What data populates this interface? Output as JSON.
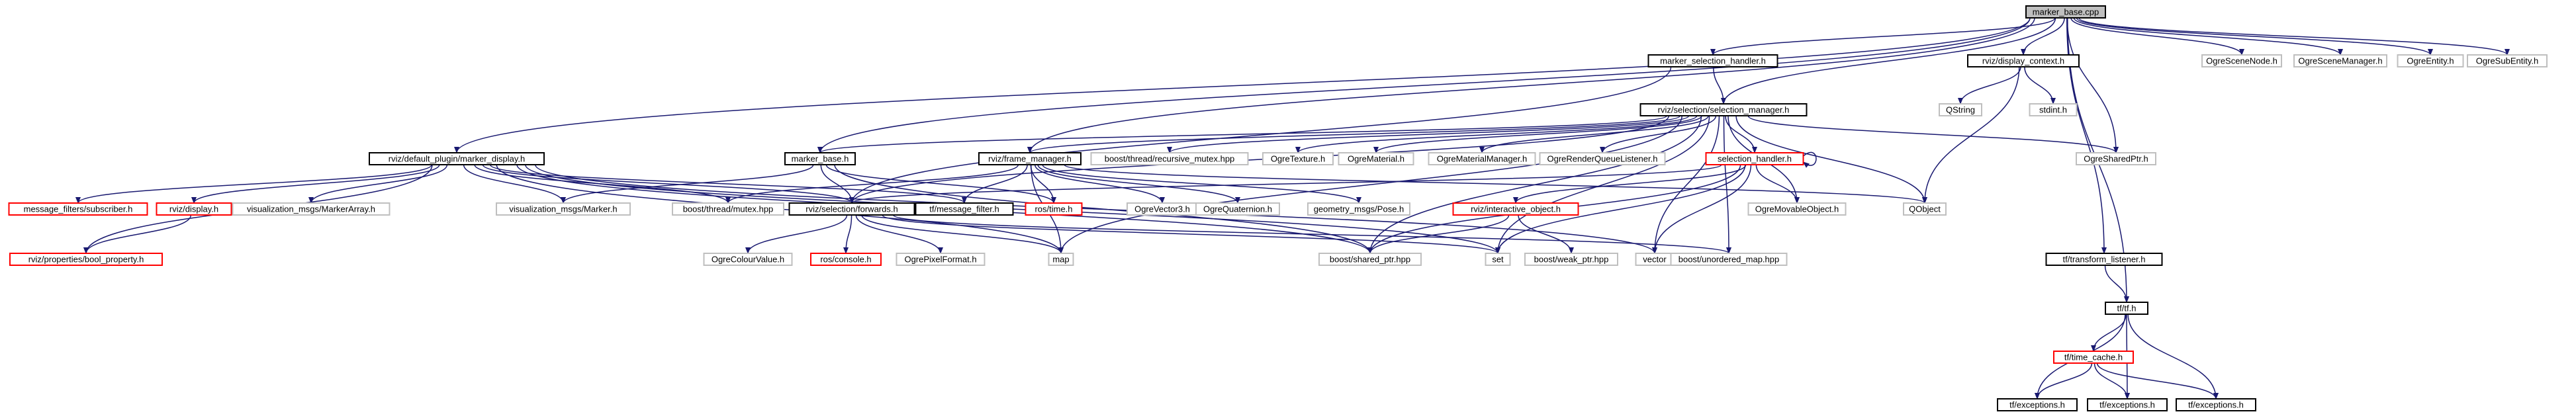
{
  "colors": {
    "root_fill": "#bfbfbf",
    "documented_border": "#000000",
    "undocumented_border": "#bfbfbf",
    "missing_border": "#ff0000",
    "edge": "#191970",
    "text": "#000000"
  },
  "nodes": {
    "marker_base_cpp": {
      "label": "marker_base.cpp",
      "kind": "root"
    },
    "marker_selection_handler_h": {
      "label": "marker_selection_handler.h",
      "kind": "documented"
    },
    "display_context_h": {
      "label": "rviz/display_context.h",
      "kind": "documented"
    },
    "ogre_scene_node_h": {
      "label": "OgreSceneNode.h",
      "kind": "undocumented"
    },
    "ogre_scene_manager_h": {
      "label": "OgreSceneManager.h",
      "kind": "undocumented"
    },
    "ogre_entity_h": {
      "label": "OgreEntity.h",
      "kind": "undocumented"
    },
    "ogre_sub_entity_h": {
      "label": "OgreSubEntity.h",
      "kind": "undocumented"
    },
    "selection_manager_h": {
      "label": "rviz/selection/selection_manager.h",
      "kind": "documented"
    },
    "qstring": {
      "label": "QString",
      "kind": "undocumented"
    },
    "stdint_h": {
      "label": "stdint.h",
      "kind": "undocumented"
    },
    "marker_display_h": {
      "label": "rviz/default_plugin/marker_display.h",
      "kind": "documented"
    },
    "marker_base_h": {
      "label": "marker_base.h",
      "kind": "documented"
    },
    "frame_manager_h": {
      "label": "rviz/frame_manager.h",
      "kind": "documented"
    },
    "recursive_mutex_hpp": {
      "label": "boost/thread/recursive_mutex.hpp",
      "kind": "undocumented"
    },
    "ogre_texture_h": {
      "label": "OgreTexture.h",
      "kind": "undocumented"
    },
    "ogre_material_h": {
      "label": "OgreMaterial.h",
      "kind": "undocumented"
    },
    "ogre_material_manager_h": {
      "label": "OgreMaterialManager.h",
      "kind": "undocumented"
    },
    "ogre_render_queue_listener_h": {
      "label": "OgreRenderQueueListener.h",
      "kind": "undocumented"
    },
    "selection_handler_h": {
      "label": "selection_handler.h",
      "kind": "missing"
    },
    "ogre_shared_ptr_h": {
      "label": "OgreSharedPtr.h",
      "kind": "undocumented"
    },
    "message_filters_subscriber_h": {
      "label": "message_filters/subscriber.h",
      "kind": "missing"
    },
    "display_h": {
      "label": "rviz/display.h",
      "kind": "missing"
    },
    "visualization_msgs_marker_array_h": {
      "label": "visualization_msgs/MarkerArray.h",
      "kind": "undocumented"
    },
    "visualization_msgs_marker_h": {
      "label": "visualization_msgs/Marker.h",
      "kind": "undocumented"
    },
    "mutex_hpp": {
      "label": "boost/thread/mutex.hpp",
      "kind": "undocumented"
    },
    "selection_forwards_h": {
      "label": "rviz/selection/forwards.h",
      "kind": "documented"
    },
    "tf_message_filter_h": {
      "label": "tf/message_filter.h",
      "kind": "documented"
    },
    "ros_time_h": {
      "label": "ros/time.h",
      "kind": "missing"
    },
    "ogre_vector3_h": {
      "label": "OgreVector3.h",
      "kind": "undocumented"
    },
    "ogre_quaternion_h": {
      "label": "OgreQuaternion.h",
      "kind": "undocumented"
    },
    "geometry_msgs_pose_h": {
      "label": "geometry_msgs/Pose.h",
      "kind": "undocumented"
    },
    "interactive_object_h": {
      "label": "rviz/interactive_object.h",
      "kind": "missing"
    },
    "ogre_movable_object_h": {
      "label": "OgreMovableObject.h",
      "kind": "undocumented"
    },
    "qobject": {
      "label": "QObject",
      "kind": "undocumented"
    },
    "bool_property_h": {
      "label": "rviz/properties/bool_property.h",
      "kind": "missing"
    },
    "ogre_colour_value_h": {
      "label": "OgreColourValue.h",
      "kind": "undocumented"
    },
    "ros_console_h": {
      "label": "ros/console.h",
      "kind": "missing"
    },
    "ogre_pixel_format_h": {
      "label": "OgrePixelFormat.h",
      "kind": "undocumented"
    },
    "map": {
      "label": "map",
      "kind": "undocumented"
    },
    "shared_ptr_hpp": {
      "label": "boost/shared_ptr.hpp",
      "kind": "undocumented"
    },
    "set": {
      "label": "set",
      "kind": "undocumented"
    },
    "weak_ptr_hpp": {
      "label": "boost/weak_ptr.hpp",
      "kind": "undocumented"
    },
    "vector": {
      "label": "vector",
      "kind": "undocumented"
    },
    "unordered_map_hpp": {
      "label": "boost/unordered_map.hpp",
      "kind": "undocumented"
    },
    "transform_listener_h": {
      "label": "tf/transform_listener.h",
      "kind": "documented"
    },
    "tf_h": {
      "label": "tf/tf.h",
      "kind": "documented"
    },
    "time_cache_h": {
      "label": "tf/time_cache.h",
      "kind": "missing"
    },
    "tf_exceptions_h_1": {
      "label": "tf/exceptions.h",
      "kind": "documented"
    },
    "tf_exceptions_h_2": {
      "label": "tf/exceptions.h",
      "kind": "documented"
    },
    "tf2_exceptions_h": {
      "label": "tf/exceptions.h",
      "kind": "documented"
    }
  },
  "edges": [
    [
      "marker_base_cpp",
      "marker_selection_handler_h"
    ],
    [
      "marker_base_cpp",
      "display_context_h"
    ],
    [
      "marker_base_cpp",
      "ogre_scene_node_h"
    ],
    [
      "marker_base_cpp",
      "ogre_scene_manager_h"
    ],
    [
      "marker_base_cpp",
      "ogre_entity_h"
    ],
    [
      "marker_base_cpp",
      "ogre_sub_entity_h"
    ],
    [
      "marker_base_cpp",
      "selection_manager_h"
    ],
    [
      "marker_base_cpp",
      "marker_display_h"
    ],
    [
      "marker_base_cpp",
      "marker_base_h"
    ],
    [
      "marker_base_cpp",
      "frame_manager_h"
    ],
    [
      "marker_base_cpp",
      "ogre_shared_ptr_h"
    ],
    [
      "marker_base_cpp",
      "transform_listener_h"
    ],
    [
      "marker_base_cpp",
      "tf_h"
    ],
    [
      "marker_selection_handler_h",
      "selection_manager_h"
    ],
    [
      "marker_selection_handler_h",
      "selection_forwards_h"
    ],
    [
      "display_context_h",
      "qstring"
    ],
    [
      "display_context_h",
      "stdint_h"
    ],
    [
      "display_context_h",
      "qobject"
    ],
    [
      "selection_manager_h",
      "marker_base_h"
    ],
    [
      "selection_manager_h",
      "frame_manager_h"
    ],
    [
      "selection_manager_h",
      "recursive_mutex_hpp"
    ],
    [
      "selection_manager_h",
      "ogre_texture_h"
    ],
    [
      "selection_manager_h",
      "ogre_material_h"
    ],
    [
      "selection_manager_h",
      "ogre_material_manager_h"
    ],
    [
      "selection_manager_h",
      "ogre_render_queue_listener_h"
    ],
    [
      "selection_manager_h",
      "selection_handler_h"
    ],
    [
      "selection_manager_h",
      "ogre_shared_ptr_h"
    ],
    [
      "selection_manager_h",
      "selection_forwards_h"
    ],
    [
      "selection_manager_h",
      "ogre_movable_object_h"
    ],
    [
      "selection_manager_h",
      "qobject"
    ],
    [
      "selection_manager_h",
      "map"
    ],
    [
      "selection_manager_h",
      "shared_ptr_hpp"
    ],
    [
      "selection_manager_h",
      "set"
    ],
    [
      "selection_manager_h",
      "vector"
    ],
    [
      "selection_manager_h",
      "unordered_map_hpp"
    ],
    [
      "marker_display_h",
      "message_filters_subscriber_h"
    ],
    [
      "marker_display_h",
      "display_h"
    ],
    [
      "marker_display_h",
      "visualization_msgs_marker_array_h"
    ],
    [
      "marker_display_h",
      "visualization_msgs_marker_h"
    ],
    [
      "marker_display_h",
      "mutex_hpp"
    ],
    [
      "marker_display_h",
      "selection_forwards_h"
    ],
    [
      "marker_display_h",
      "tf_message_filter_h"
    ],
    [
      "marker_display_h",
      "bool_property_h"
    ],
    [
      "marker_display_h",
      "map"
    ],
    [
      "marker_display_h",
      "shared_ptr_hpp"
    ],
    [
      "marker_display_h",
      "set"
    ],
    [
      "marker_display_h",
      "vector"
    ],
    [
      "display_h",
      "bool_property_h"
    ],
    [
      "marker_base_h",
      "visualization_msgs_marker_h"
    ],
    [
      "marker_base_h",
      "selection_forwards_h"
    ],
    [
      "marker_base_h",
      "ros_time_h"
    ],
    [
      "marker_base_h",
      "shared_ptr_hpp"
    ],
    [
      "frame_manager_h",
      "mutex_hpp"
    ],
    [
      "frame_manager_h",
      "tf_message_filter_h"
    ],
    [
      "frame_manager_h",
      "ros_time_h"
    ],
    [
      "frame_manager_h",
      "ogre_vector3_h"
    ],
    [
      "frame_manager_h",
      "ogre_quaternion_h"
    ],
    [
      "frame_manager_h",
      "geometry_msgs_pose_h"
    ],
    [
      "frame_manager_h",
      "qobject"
    ],
    [
      "frame_manager_h",
      "map"
    ],
    [
      "selection_handler_h",
      "selection_handler_h"
    ],
    [
      "selection_handler_h",
      "selection_forwards_h"
    ],
    [
      "selection_handler_h",
      "interactive_object_h"
    ],
    [
      "selection_handler_h",
      "ogre_movable_object_h"
    ],
    [
      "selection_handler_h",
      "shared_ptr_hpp"
    ],
    [
      "selection_handler_h",
      "set"
    ],
    [
      "selection_handler_h",
      "vector"
    ],
    [
      "selection_forwards_h",
      "ogre_colour_value_h"
    ],
    [
      "selection_forwards_h",
      "ros_console_h"
    ],
    [
      "selection_forwards_h",
      "ogre_pixel_format_h"
    ],
    [
      "selection_forwards_h",
      "map"
    ],
    [
      "selection_forwards_h",
      "set"
    ],
    [
      "selection_forwards_h",
      "unordered_map_hpp"
    ],
    [
      "interactive_object_h",
      "shared_ptr_hpp"
    ],
    [
      "interactive_object_h",
      "weak_ptr_hpp"
    ],
    [
      "transform_listener_h",
      "tf_h"
    ],
    [
      "tf_h",
      "time_cache_h"
    ],
    [
      "tf_h",
      "tf_exceptions_h_1"
    ],
    [
      "tf_h",
      "tf_exceptions_h_2"
    ],
    [
      "tf_h",
      "tf2_exceptions_h"
    ],
    [
      "time_cache_h",
      "tf_exceptions_h_1"
    ],
    [
      "time_cache_h",
      "tf_exceptions_h_2"
    ],
    [
      "time_cache_h",
      "tf2_exceptions_h"
    ]
  ]
}
